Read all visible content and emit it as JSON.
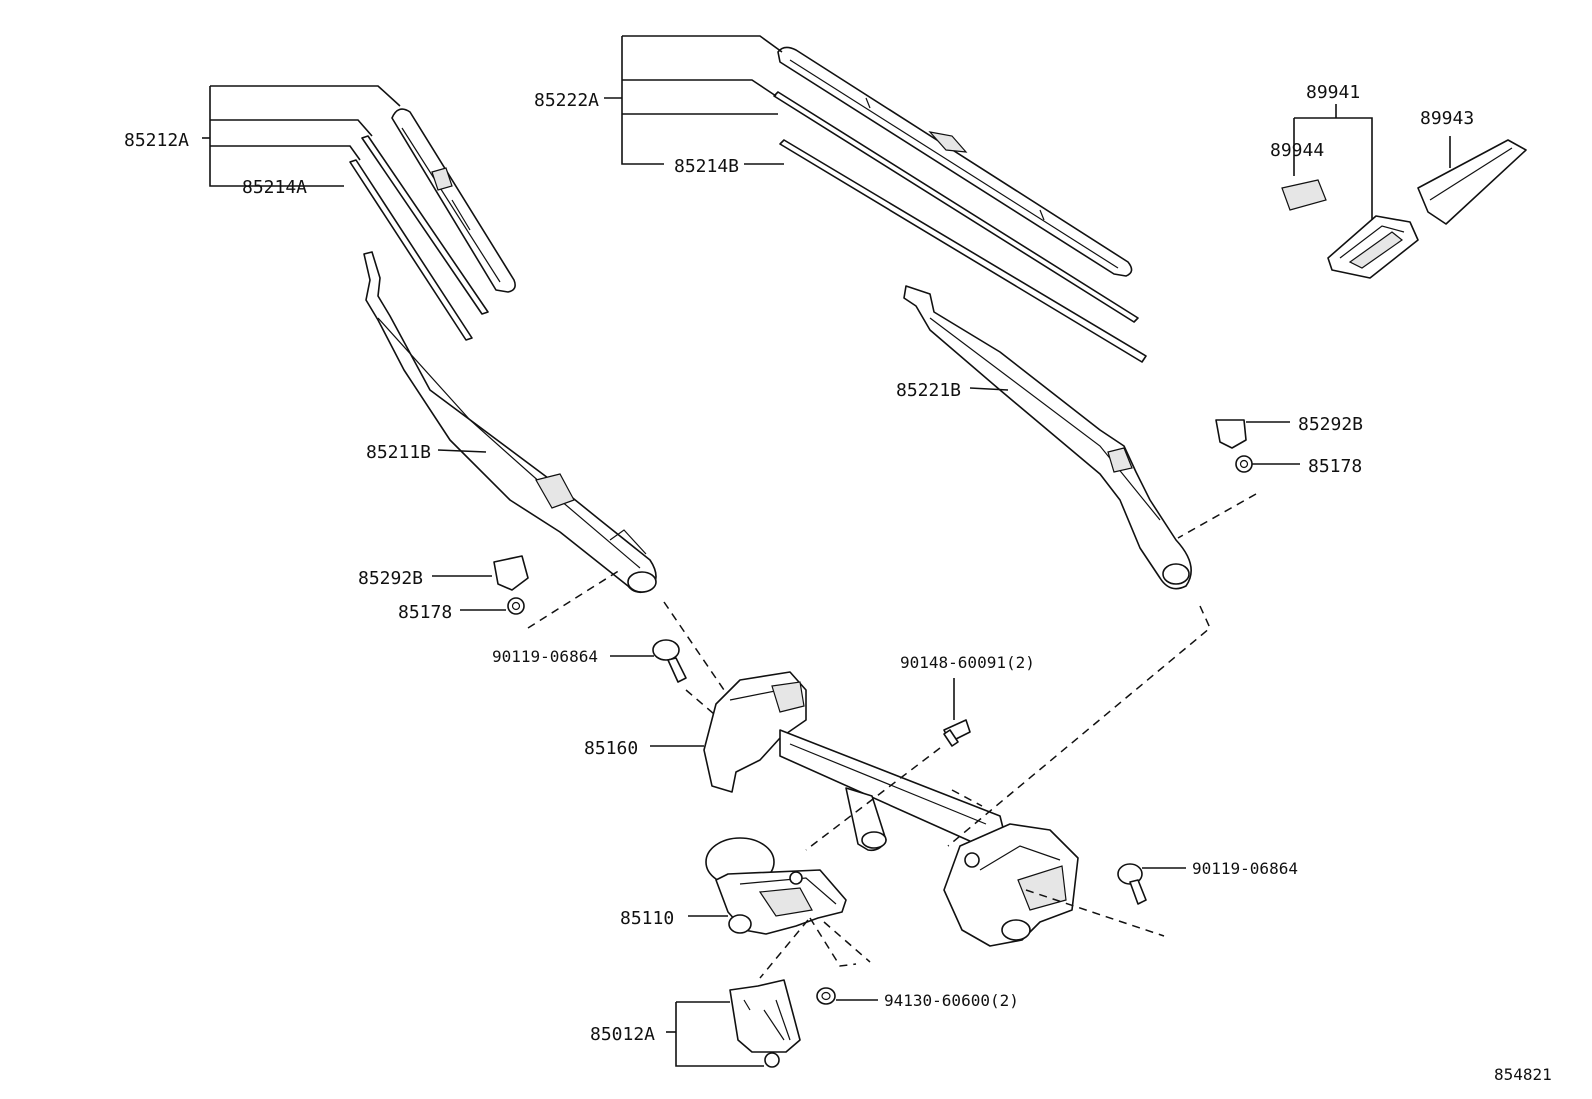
{
  "labels": {
    "p85212A": "85212A",
    "p85214A": "85214A",
    "p85222A": "85222A",
    "p85214B": "85214B",
    "p89941": "89941",
    "p89944": "89944",
    "p89943": "89943",
    "p85221B": "85221B",
    "p85211B": "85211B",
    "p85292B_right": "85292B",
    "p85178_right": "85178",
    "p85292B_left": "85292B",
    "p85178_left": "85178",
    "p90119_left": "90119-06864",
    "p90148": "90148-60091(2)",
    "p85160": "85160",
    "p90119_right": "90119-06864",
    "p85110": "85110",
    "p94130": "94130-60600(2)",
    "p85012A": "85012A",
    "figure_code": "854821"
  }
}
